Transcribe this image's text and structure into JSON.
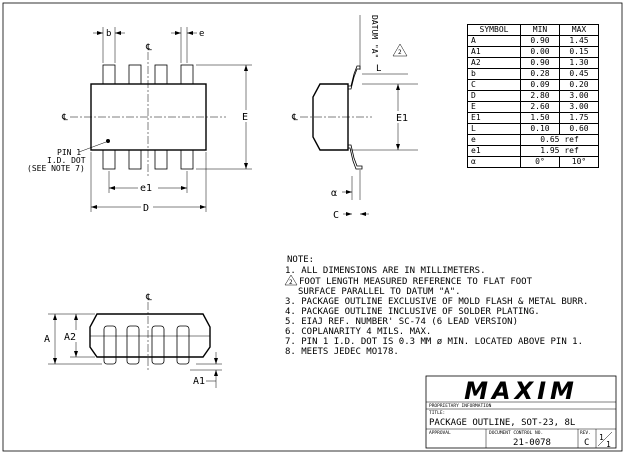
{
  "top_view": {
    "labels": {
      "b": "b",
      "e": "e",
      "cl": "℄",
      "E": "E",
      "e1": "e1",
      "D": "D"
    },
    "pin1_note": [
      "PIN 1",
      "I.D. DOT",
      "(SEE NOTE 7)"
    ]
  },
  "side_view": {
    "datum": "DATUM \"A\"",
    "flag": "2",
    "labels": {
      "cl": "℄",
      "E1": "E1",
      "L": "L",
      "alpha": "α",
      "C": "C"
    }
  },
  "front_view": {
    "labels": {
      "cl": "℄",
      "A": "A",
      "A2": "A2",
      "A1": "A1"
    }
  },
  "dim_table": {
    "headers": [
      "SYMBOL",
      "MIN",
      "MAX"
    ],
    "rows": [
      {
        "sym": "A",
        "min": "0.90",
        "max": "1.45"
      },
      {
        "sym": "A1",
        "min": "0.00",
        "max": "0.15"
      },
      {
        "sym": "A2",
        "min": "0.90",
        "max": "1.30"
      },
      {
        "sym": "b",
        "min": "0.28",
        "max": "0.45"
      },
      {
        "sym": "C",
        "min": "0.09",
        "max": "0.20"
      },
      {
        "sym": "D",
        "min": "2.80",
        "max": "3.00"
      },
      {
        "sym": "E",
        "min": "2.60",
        "max": "3.00"
      },
      {
        "sym": "E1",
        "min": "1.50",
        "max": "1.75"
      },
      {
        "sym": "L",
        "min": "0.10",
        "max": "0.60"
      }
    ],
    "span_rows": [
      {
        "sym": "e",
        "val": "0.65 ref"
      },
      {
        "sym": "e1",
        "val": "1.95 ref"
      }
    ],
    "alpha_row": {
      "sym": "α",
      "min": "0°",
      "max": "10°"
    }
  },
  "notes": {
    "title": "NOTE:",
    "items": [
      "1. ALL DIMENSIONS ARE IN MILLIMETERS.",
      "FOOT LENGTH MEASURED REFERENCE TO FLAT FOOT",
      "SURFACE PARALLEL TO DATUM \"A\".",
      "3. PACKAGE OUTLINE EXCLUSIVE OF MOLD FLASH & METAL BURR.",
      "4. PACKAGE OUTLINE INCLUSIVE OF SOLDER PLATING.",
      "5. EIAJ REF. NUMBER' SC-74 (6 LEAD VERSION)",
      "6. COPLANARITY 4 MILS. MAX.",
      "7. PIN 1 I.D. DOT IS 0.3 MM ø MIN. LOCATED ABOVE PIN 1.",
      "8. MEETS JEDEC MO178."
    ],
    "flag_num": "2"
  },
  "title_block": {
    "logo": "MAXIM",
    "proprietary": "PROPRIETARY INFORMATION",
    "title_label": "TITLE:",
    "title": "PACKAGE OUTLINE, SOT-23, 8L",
    "approval_label": "APPROVAL",
    "doc_label": "DOCUMENT CONTROL NO.",
    "rev_label": "REV.",
    "doc_no": "21-0078",
    "rev": "C",
    "sheet_num": "1",
    "sheet_den": "1"
  }
}
